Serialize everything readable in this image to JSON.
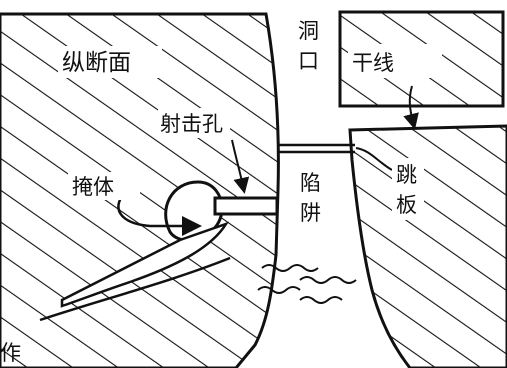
{
  "diagram": {
    "section_label": "纵断面",
    "tunnel_opening_label": [
      "洞",
      "口"
    ],
    "main_line_label": "干线",
    "firing_hole_label": "射击孔",
    "bunker_label": "掩体",
    "pitfall_label": [
      "陷",
      "阱"
    ],
    "springboard_label": [
      "跳",
      "板"
    ],
    "corner_fragment": "作"
  },
  "colors": {
    "ink": "#111111",
    "paper": "#ffffff"
  }
}
